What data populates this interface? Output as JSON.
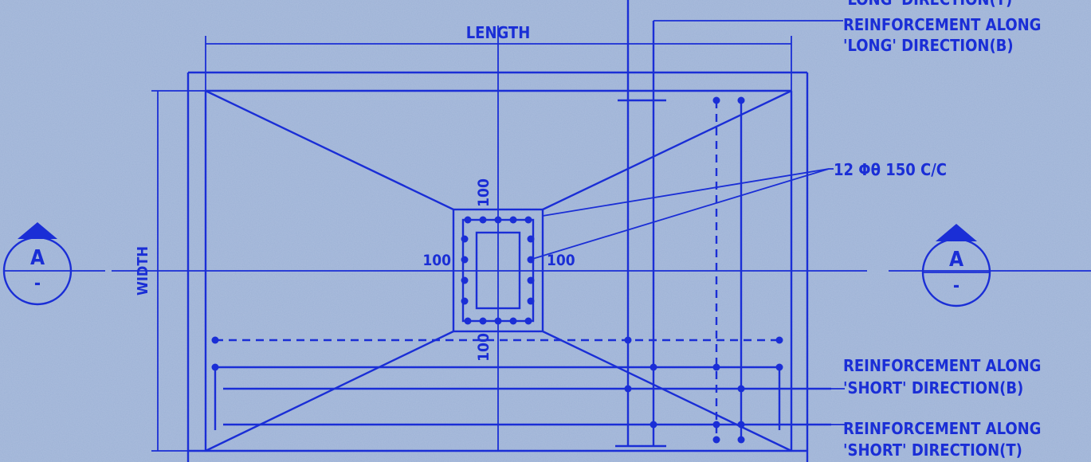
{
  "labels": {
    "length": "LENGTH",
    "width": "WIDTH",
    "clear_top": "100",
    "clear_bottom": "100",
    "clear_left": "100",
    "clear_right": "100",
    "bar_spec": "12 Φθ 150 C/C",
    "section_letter": "A",
    "section_sheet": "-",
    "top_cut_note": "'LONG' DIRECTION(T)",
    "long_b_line1": "REINFORCEMENT ALONG",
    "long_b_line2": "'LONG' DIRECTION(B)",
    "short_b_line1": "REINFORCEMENT ALONG",
    "short_b_line2": "'SHORT' DIRECTION(B)",
    "short_t_line1": "REINFORCEMENT ALONG",
    "short_t_line2": "'SHORT' DIRECTION(T)"
  },
  "colors": {
    "paper": "#9db2d6",
    "ink": "#1a2ed6"
  }
}
